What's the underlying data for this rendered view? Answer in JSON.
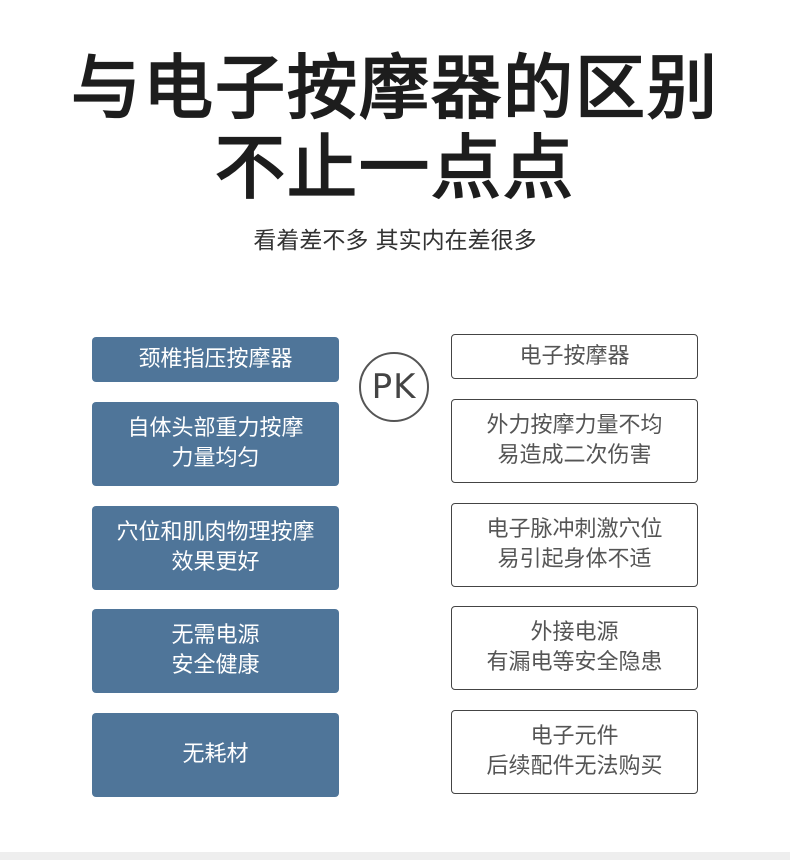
{
  "header": {
    "title_line1": "与电子按摩器的区别",
    "title_line2": "不止一点点",
    "subtitle": "看着差不多 其实内在差很多"
  },
  "vs_label": "PK",
  "comparison": {
    "left": [
      {
        "line1": "颈椎指压按摩器",
        "line2": ""
      },
      {
        "line1": "自体头部重力按摩",
        "line2": "力量均匀"
      },
      {
        "line1": "穴位和肌肉物理按摩",
        "line2": "效果更好"
      },
      {
        "line1": "无需电源",
        "line2": "安全健康"
      },
      {
        "line1": "无耗材",
        "line2": ""
      }
    ],
    "right": [
      {
        "line1": "电子按摩器",
        "line2": ""
      },
      {
        "line1": "外力按摩力量不均",
        "line2": "易造成二次伤害"
      },
      {
        "line1": "电子脉冲刺激穴位",
        "line2": "易引起身体不适"
      },
      {
        "line1": "外接电源",
        "line2": "有漏电等安全隐患"
      },
      {
        "line1": "电子元件",
        "line2": "后续配件无法购买"
      }
    ]
  },
  "colors": {
    "left_card_bg": "#4f7599",
    "right_card_border": "#444444"
  }
}
